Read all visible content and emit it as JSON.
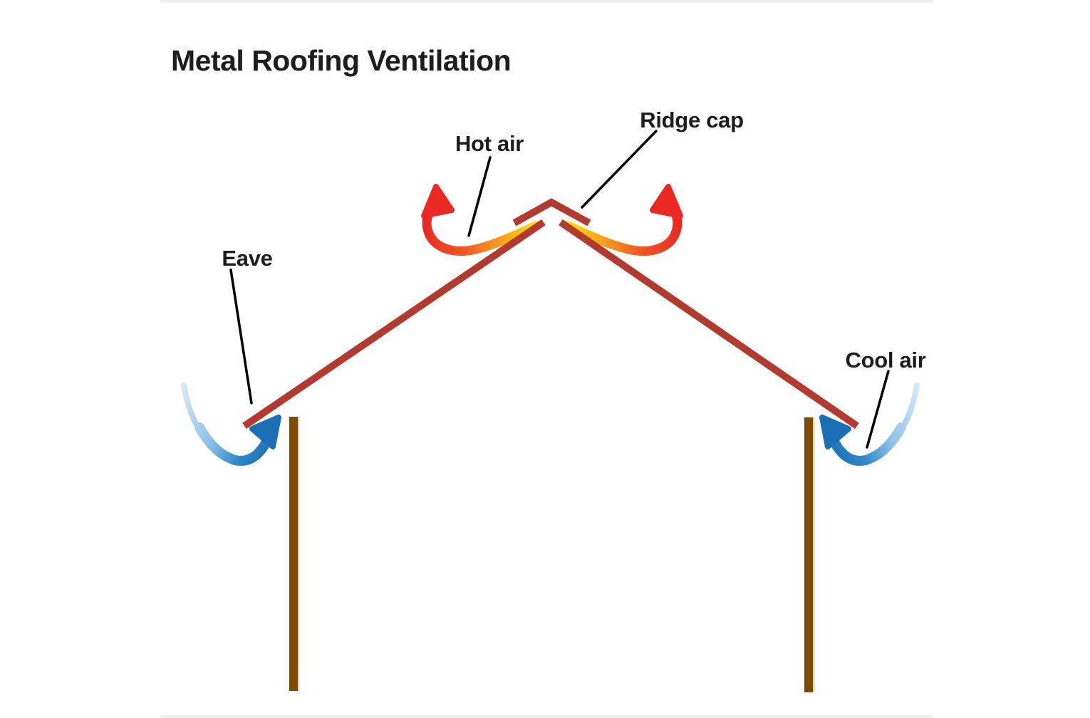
{
  "title": "Metal Roofing Ventilation",
  "labels": {
    "hot_air": "Hot air",
    "ridge_cap": "Ridge cap",
    "eave": "Eave",
    "cool_air": "Cool air"
  },
  "colors": {
    "background": "#ffffff",
    "artboard_edge": "#f0f0f1",
    "text": "#1d1d1b",
    "leader_line": "#000000",
    "roof": "#b23a2f",
    "wall": "#7a4b05",
    "wall_highlight": "#e6d3a6",
    "hot_red": "#ea2a22",
    "hot_orange": "#f05a24",
    "hot_amber": "#f7a21b",
    "hot_yellow": "#ffe600",
    "cool_dark": "#1b6fb5",
    "cool_mid": "#2f88c9",
    "cool_light": "#8fc0e6",
    "cool_faint": "#d5e8f7"
  }
}
